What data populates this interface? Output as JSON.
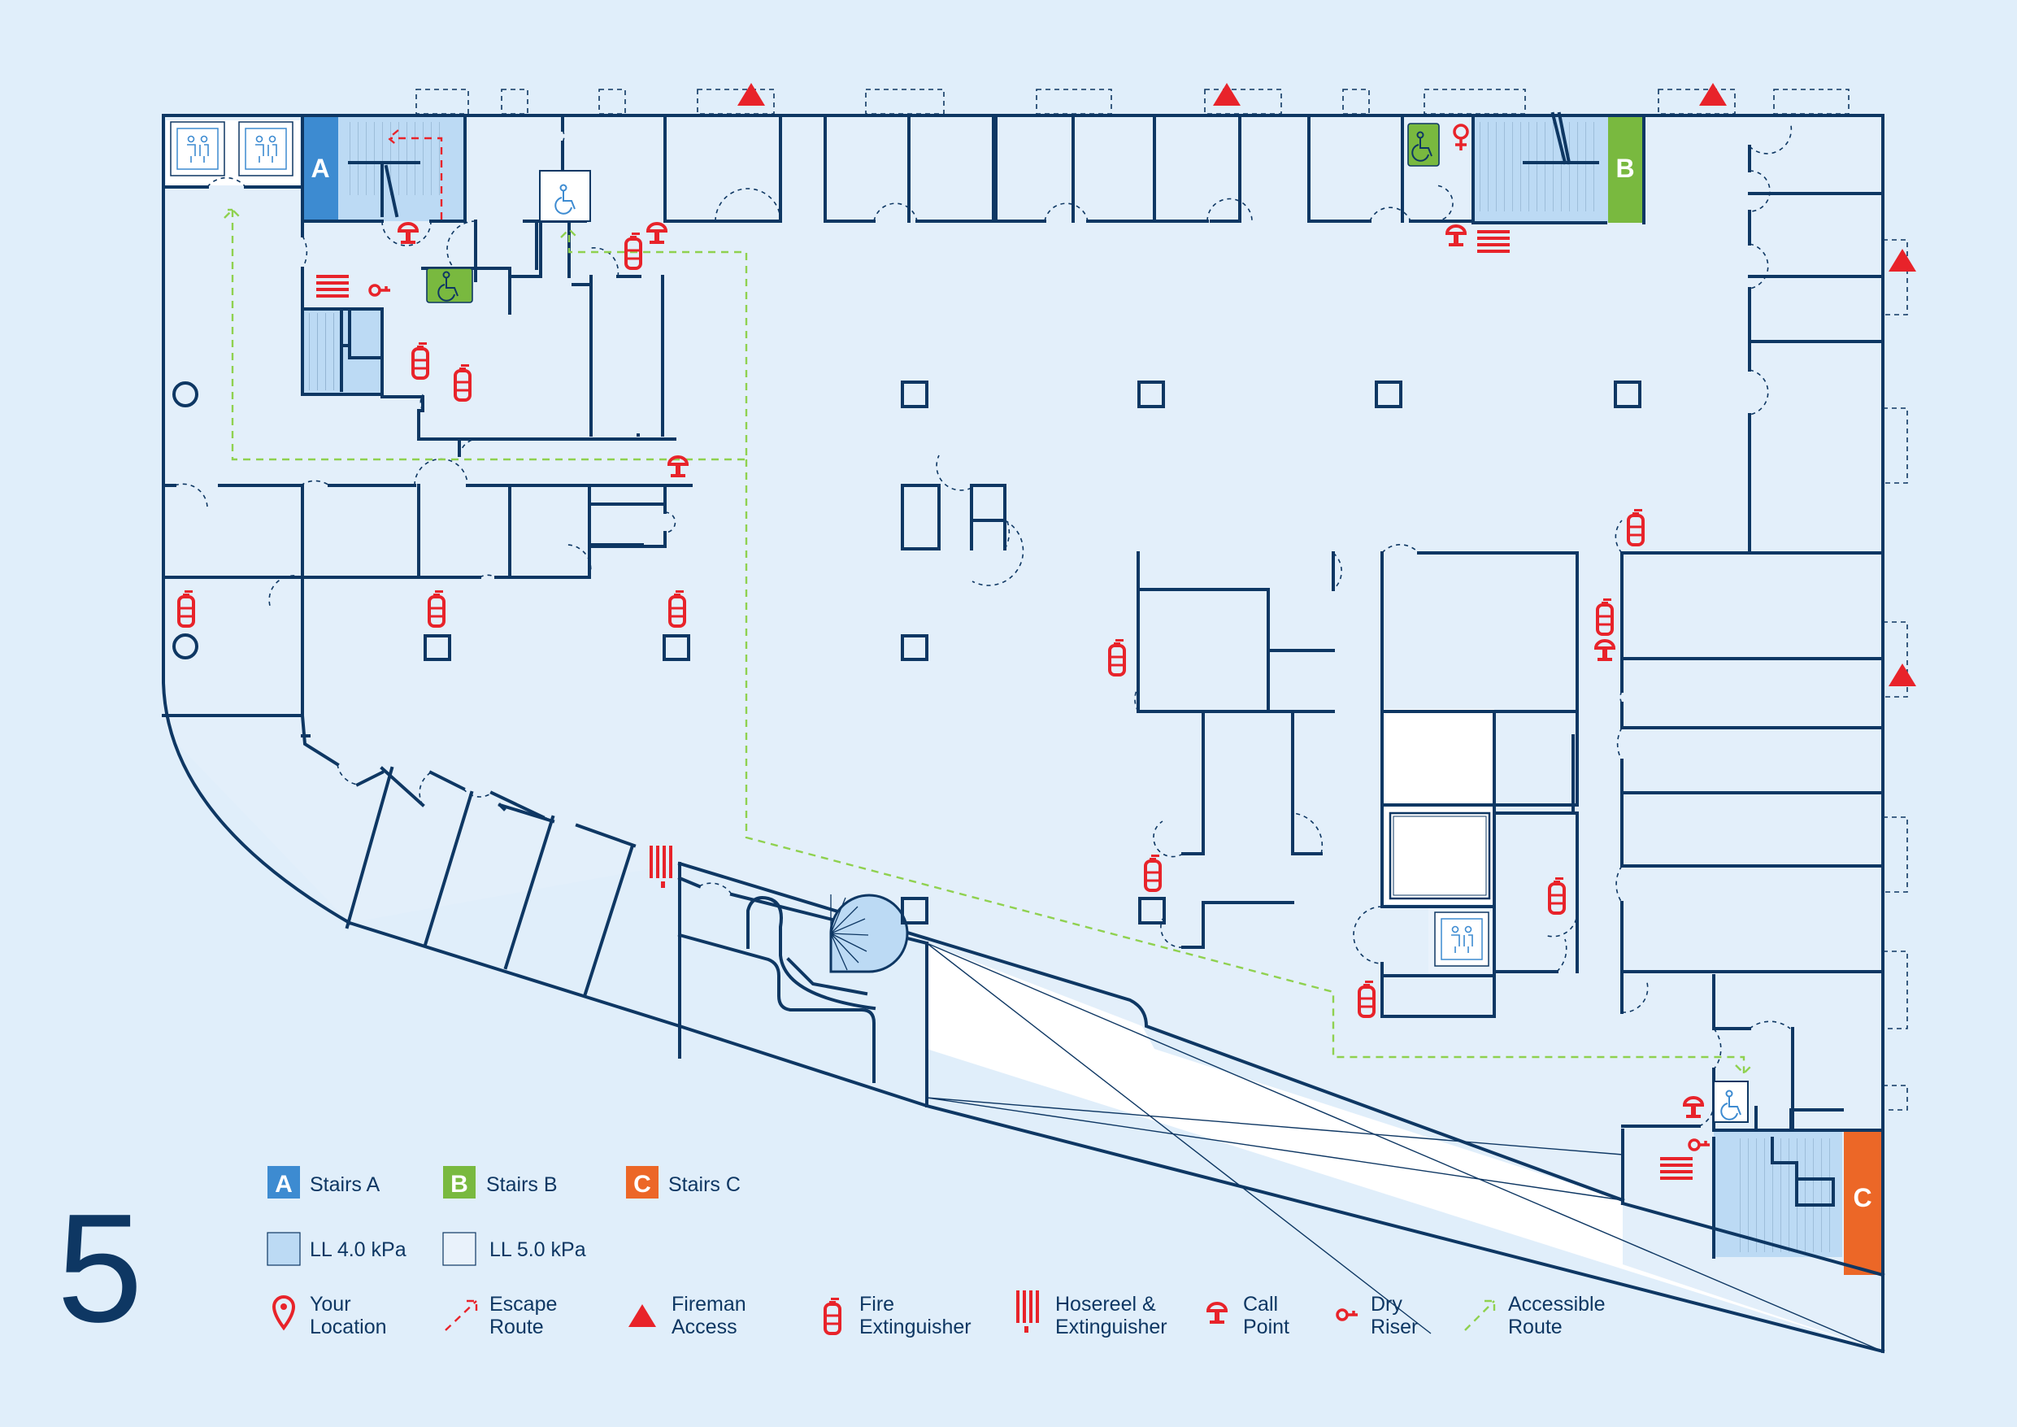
{
  "floor_number": "5",
  "stairs": {
    "a": {
      "letter": "A",
      "color": "#3d8bd1"
    },
    "b": {
      "letter": "B",
      "color": "#79b93f"
    },
    "c": {
      "letter": "C",
      "color": "#ec6727"
    }
  },
  "colors": {
    "background": "#e0eefa",
    "wall": "#0e3763",
    "ll40": "#bcdaf4",
    "ll50": "#e9f2fb",
    "safety_red": "#e8232a",
    "accessible_green": "#8fd14f"
  },
  "legend": {
    "stairs_a": "Stairs A",
    "stairs_b": "Stairs B",
    "stairs_c": "Stairs C",
    "ll40": "LL 4.0 kPa",
    "ll50": "LL 5.0 kPa",
    "your_location": [
      "Your",
      "Location"
    ],
    "escape_route": [
      "Escape",
      "Route"
    ],
    "fireman_access": [
      "Fireman",
      "Access"
    ],
    "fire_extinguisher": [
      "Fire",
      "Extinguisher"
    ],
    "hosereel": [
      "Hosereel &",
      "Extinguisher"
    ],
    "call_point": [
      "Call",
      "Point"
    ],
    "dry_riser": [
      "Dry",
      "Riser"
    ],
    "accessible_route": [
      "Accessible",
      "Route"
    ]
  },
  "icons": [
    "lift-icon",
    "wheelchair-icon",
    "female-toilet-icon",
    "fire-extinguisher-icon",
    "hosereel-icon",
    "call-point-icon",
    "dry-riser-icon",
    "fireman-access-icon",
    "location-pin-icon"
  ]
}
